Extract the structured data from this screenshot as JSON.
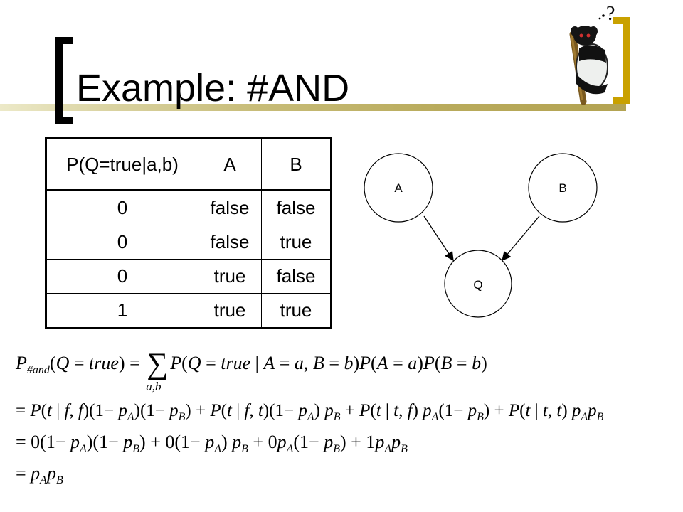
{
  "slide": {
    "title": "Example: #AND",
    "logo_mark": "?"
  },
  "table": {
    "headers": [
      "P(Q=true|a,b)",
      "A",
      "B"
    ],
    "rows": [
      [
        "0",
        "false",
        "false"
      ],
      [
        "0",
        "false",
        "true"
      ],
      [
        "0",
        "true",
        "false"
      ],
      [
        "1",
        "true",
        "true"
      ]
    ]
  },
  "diagram": {
    "nodes": [
      "A",
      "B",
      "Q"
    ],
    "edges": [
      [
        "A",
        "Q"
      ],
      [
        "B",
        "Q"
      ]
    ]
  },
  "equations": {
    "line1": "P#and(Q = true) = Σa,b P(Q = true | A = a, B = b)P(A = a)P(B = b)",
    "line2": "= P(t | f, f)(1− pA)(1− pB) + P(t | f, t)(1− pA) pB + P(t | t, f) pA(1− pB) + P(t | t, t) pA pB",
    "line3": "= 0(1− pA)(1− pB) + 0(1− pA) pB + 0 pA(1− pB) + 1pA pB",
    "line4": "= pA pB"
  },
  "colors": {
    "bracket_left": "#000000",
    "bracket_right": "#c9a100",
    "title_rule": "#b3a352"
  }
}
